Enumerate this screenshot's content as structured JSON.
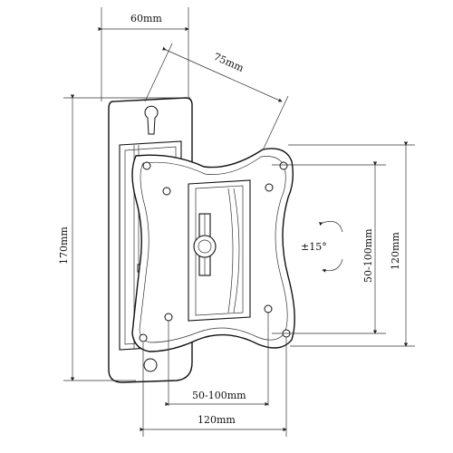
{
  "dimensions": {
    "top_width": "60mm",
    "diagonal": "75mm",
    "left_height": "170mm",
    "right_inner": "50-100mm",
    "right_outer": "120mm",
    "bottom_inner": "50-100mm",
    "bottom_outer": "120mm"
  },
  "rotation": {
    "label": "±15°"
  }
}
